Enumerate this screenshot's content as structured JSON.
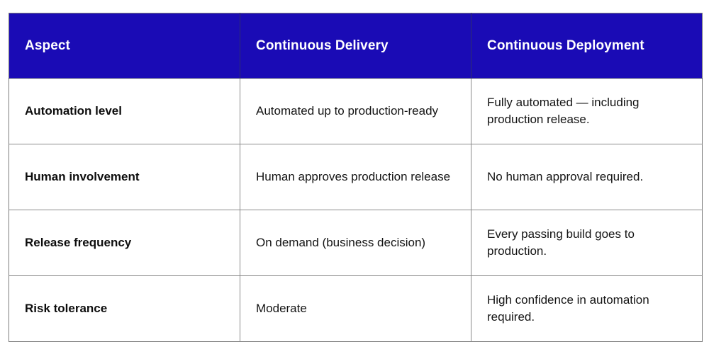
{
  "table": {
    "headers": [
      {
        "label": "Aspect"
      },
      {
        "label": "Continuous Delivery"
      },
      {
        "label": "Continuous Deployment"
      }
    ],
    "rows": [
      {
        "aspect": "Automation level",
        "continuous_delivery": "Automated up to production-ready",
        "continuous_deployment": "Fully automated — including production release."
      },
      {
        "aspect": "Human involvement",
        "continuous_delivery": "Human approves production release",
        "continuous_deployment": "No human approval required."
      },
      {
        "aspect": "Release frequency",
        "continuous_delivery": "On demand (business decision)",
        "continuous_deployment": "Every passing build goes to production."
      },
      {
        "aspect": "Risk tolerance",
        "continuous_delivery": "Moderate",
        "continuous_deployment": "High confidence in automation required."
      }
    ]
  },
  "colors": {
    "header_background": "#1a0bb5",
    "header_text": "#ffffff",
    "body_text": "#141414",
    "border": "#8a8a8a",
    "page_background": "#ffffff"
  }
}
